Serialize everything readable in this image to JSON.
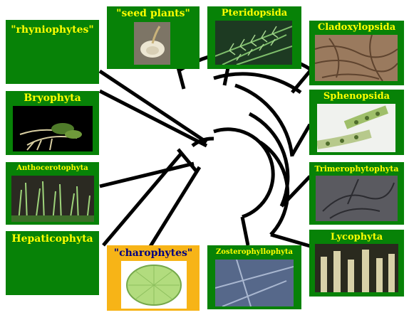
{
  "colors": {
    "green_box": "#078207",
    "orange_box": "#f7b417",
    "label_yellow": "#ffff00",
    "label_white": "#ffffff",
    "label_navy": "#000080",
    "line": "#000000",
    "background": "#ffffff"
  },
  "taxa": {
    "rhyniophytes": "\"rhyniophytes\"",
    "seed_plants": "\"seed plants\"",
    "pteridopsida": "Pteridopsida",
    "cladoxylopsida": "Cladoxylopsida",
    "bryophyta": "Bryophyta",
    "sphenopsida": "Sphenopsida",
    "anthocerotophyta": "Anthocerotophyta",
    "trimerophytophyta": "Trimerophytophyta",
    "hepaticophyta": "Hepaticophyta",
    "charophytes": "\"charophytes\"",
    "zosterophyllophyta": "Zosterophyllophyta",
    "lycophyta": "Lycophyta"
  },
  "photos": {
    "seed_plants": "seedling-photo",
    "pteridopsida": "fern-frond-photo",
    "cladoxylopsida": "fossil-stem-photo",
    "bryophyta": "moss-photo",
    "sphenopsida": "horsetail-cone-photo",
    "anthocerotophyta": "hornwort-photo",
    "trimerophytophyta": "fossil-slab-photo",
    "charophytes": "green-alga-photo",
    "zosterophyllophyta": "fossil-axes-photo",
    "lycophyta": "clubmoss-photo"
  }
}
